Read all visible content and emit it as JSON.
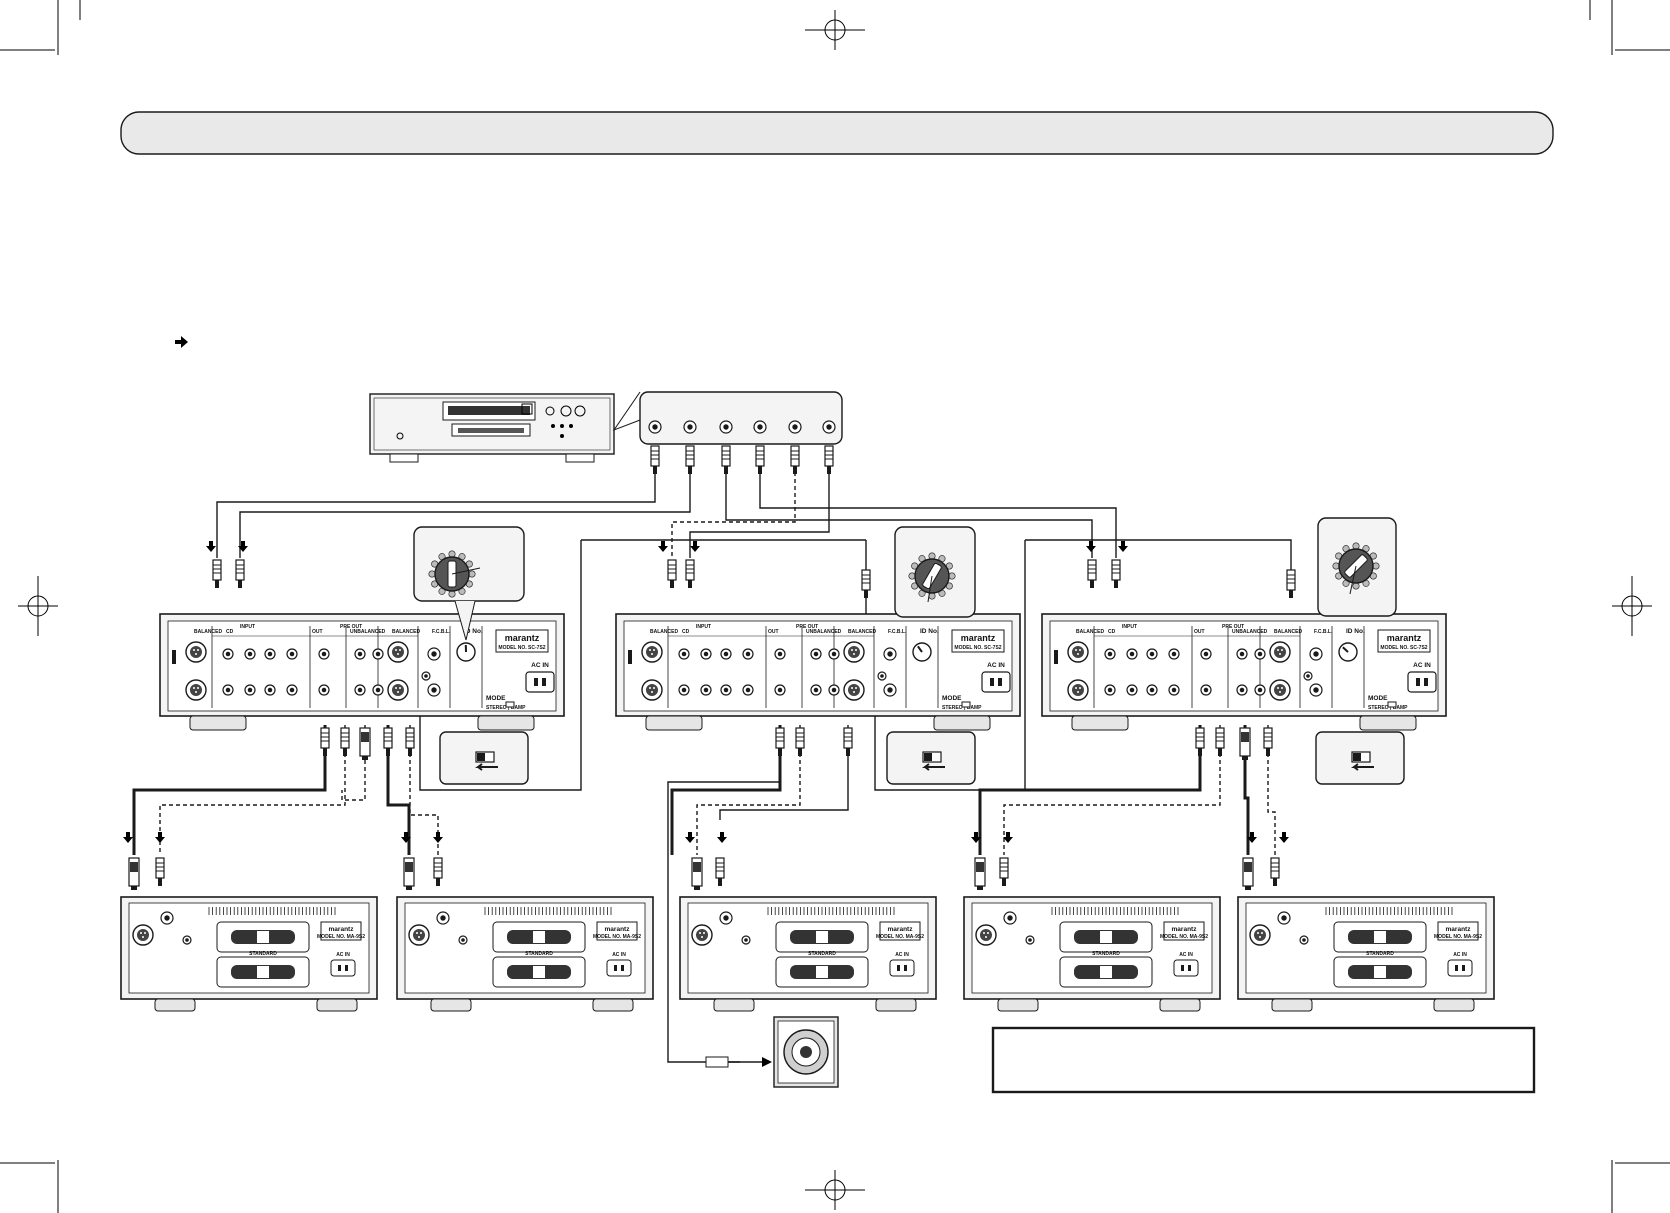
{
  "panel_labels": {
    "balanced": "BALANCED",
    "cd": "CD",
    "input": "INPUT",
    "pre_out": "PRE OUT",
    "unbalanced": "UNBALANCED",
    "fc_bl": "F.C.B.L.",
    "id_no": "ID No.",
    "out": "OUT",
    "mode": "MODE",
    "stereo_bamp": "STEREO | BAMP",
    "ac_in": "AC IN",
    "brand": "marantz",
    "model": "MODEL NO. SC-7S2",
    "standard": "STANDARD",
    "power_amp_model": "MODEL NO. MA-9S2"
  },
  "icons": {
    "pointer": "arrow-right-icon",
    "down": "arrow-down-icon",
    "selector": "rotary-selector-icon",
    "switch": "slide-switch-icon"
  },
  "colors": {
    "stroke": "#1a1a1a",
    "banner_fill": "#e9e9e9",
    "device_fill": "#f4f4f4",
    "panel_fill": "#e6e6e6"
  }
}
